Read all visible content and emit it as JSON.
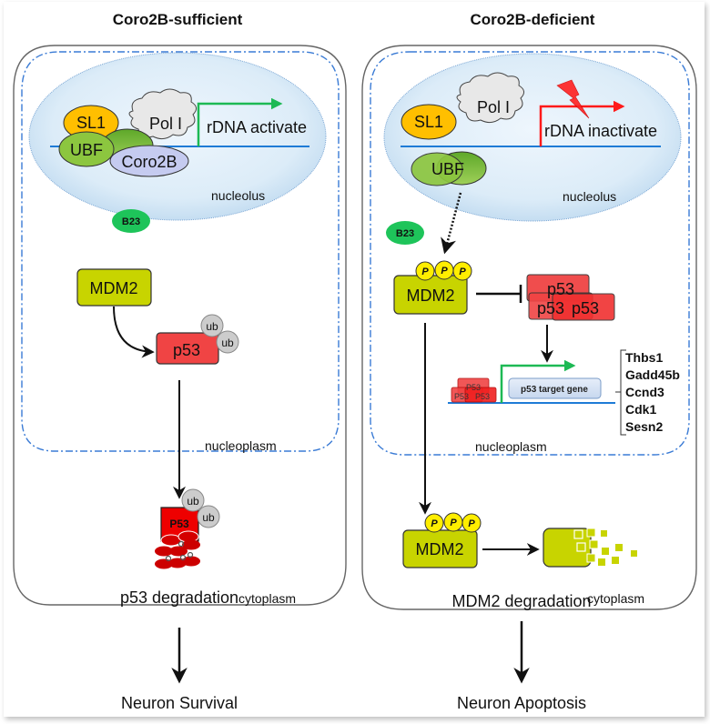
{
  "panels": {
    "left": {
      "title": "Coro2B-sufficient",
      "nucleolus": {
        "label": "nucleolus",
        "proteins": {
          "sl1": "SL1",
          "pol1": "Pol I",
          "ubf": "UBF",
          "coro2b": "Coro2B"
        },
        "rdna_label": "rDNA activate",
        "b23": "B23"
      },
      "nucleoplasm": {
        "label": "nucleoplasm",
        "mdm2": "MDM2",
        "p53": "p53",
        "ub1": "ub",
        "ub2": "ub"
      },
      "cytoplasm": {
        "label": "cytoplasm",
        "p53_degraded": "P53",
        "ub1": "ub",
        "ub2": "ub",
        "degradation_label": "p53 degradation"
      },
      "outcome": "Neuron Survival"
    },
    "right": {
      "title": "Coro2B-deficient",
      "nucleolus": {
        "label": "nucleolus",
        "proteins": {
          "sl1": "SL1",
          "pol1": "Pol I",
          "ubf": "UBF"
        },
        "rdna_label": "rDNA inactivate",
        "b23": "B23"
      },
      "nucleoplasm": {
        "label": "nucleoplasm",
        "mdm2": "MDM2",
        "phospho": [
          "P",
          "P",
          "P"
        ],
        "p53_stack": [
          "p53",
          "p53",
          "p53"
        ],
        "promoter_p53": [
          "P53",
          "P53",
          "P53"
        ],
        "target_gene_label": "p53 target gene",
        "target_genes": [
          "Thbs1",
          "Gadd45b",
          "Ccnd3",
          "Cdk1",
          "Sesn2"
        ]
      },
      "cytoplasm": {
        "label": "cytoplasm",
        "mdm2": "MDM2",
        "phospho": [
          "P",
          "P",
          "P"
        ],
        "degradation_label": "MDM2 degradation"
      },
      "outcome": "Neuron Apoptosis"
    }
  },
  "colors": {
    "mdm2": "#c8d400",
    "p53": "#f04444",
    "p53_deep": "#e00000",
    "ub": "#cccccc",
    "sl1": "#ffbf00",
    "ubf": "#8cc63f",
    "coro2b": "#c5cbf0",
    "pol1": "#e8e8e8",
    "b23": "#1ec45a",
    "phospho": "#ffee00",
    "nucleolus": "#dcecf8",
    "dna": "#1e7bd6",
    "active_arrow": "#1db954",
    "inactive_arrow": "#ff1a1a",
    "nucleus_border": "#3a7bd5",
    "cell_border": "#666666",
    "target_gene_box": "#d6e4f5"
  }
}
